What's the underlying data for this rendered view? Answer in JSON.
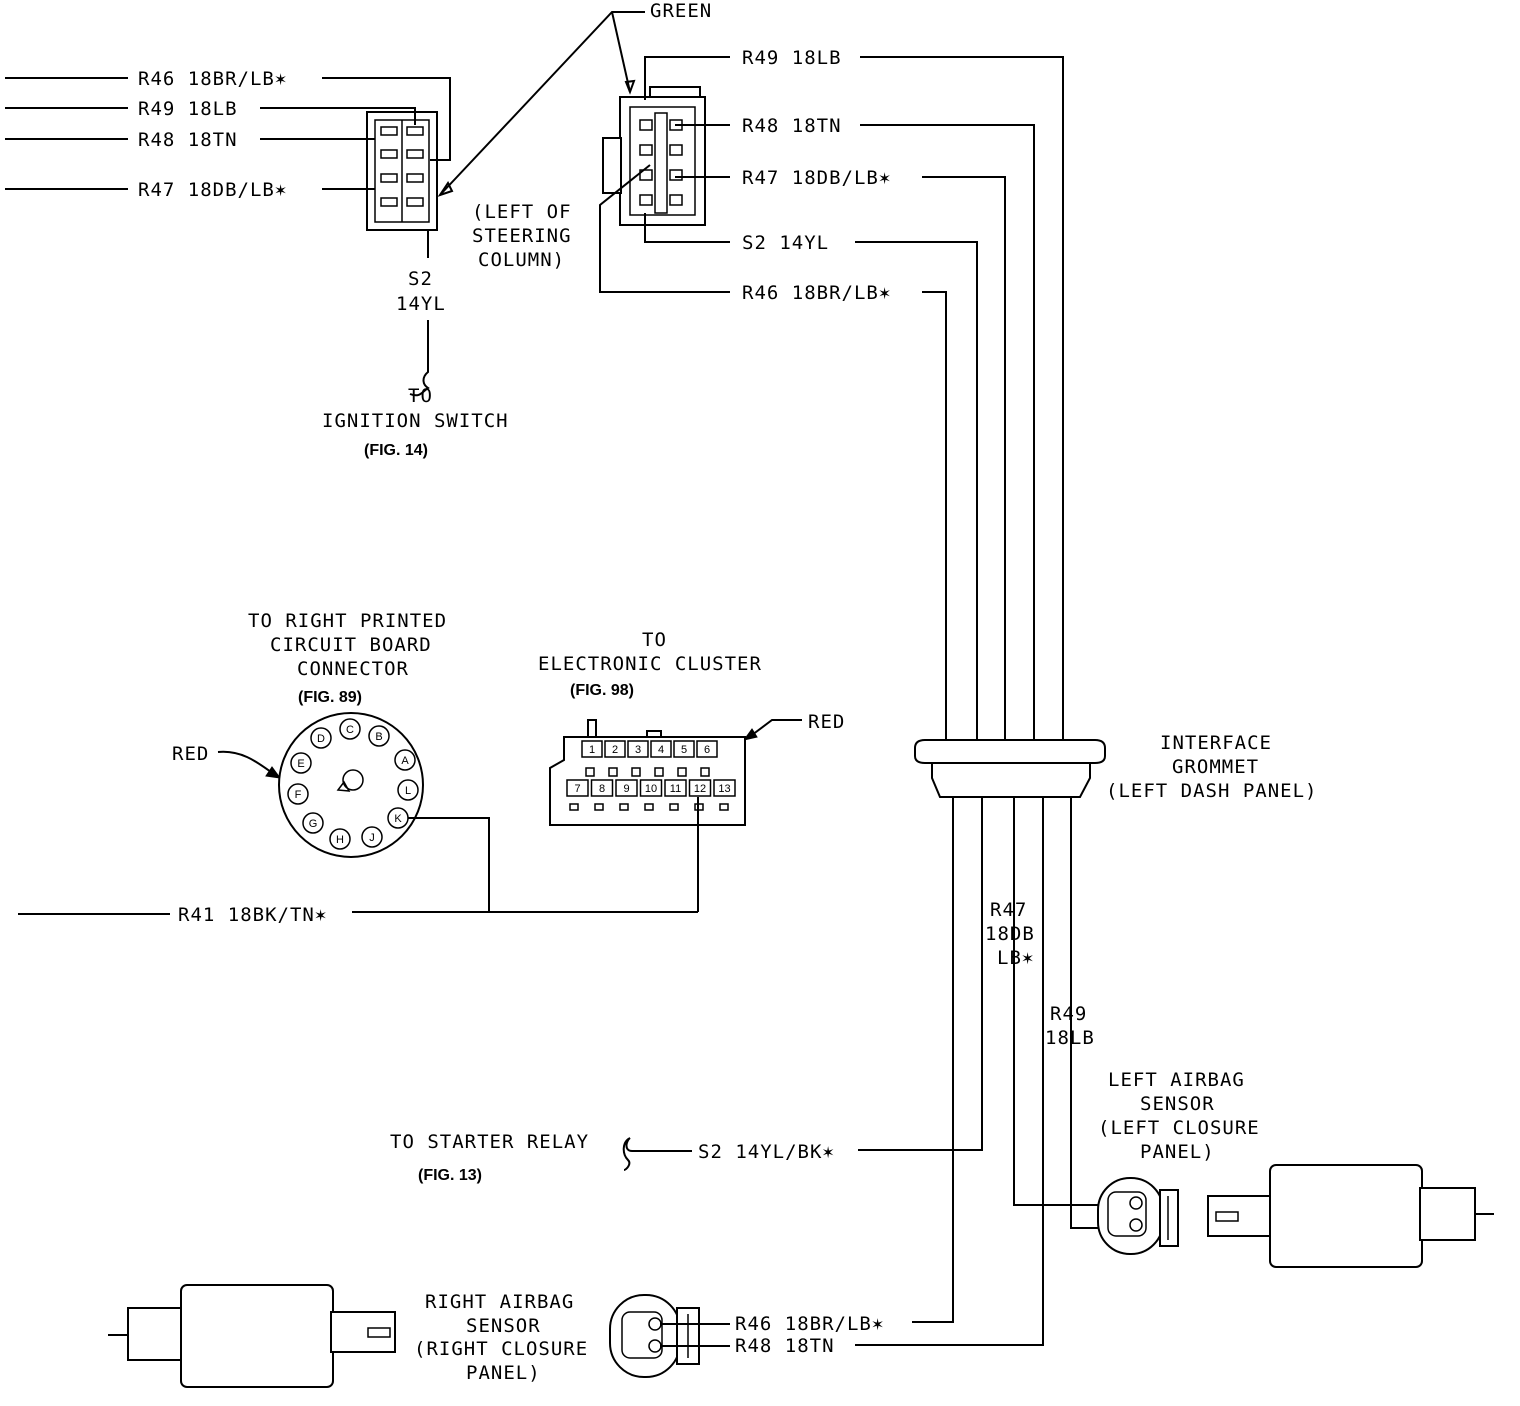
{
  "labels": {
    "top_left_r46": "R46 18BR/LB✶",
    "top_left_r49": "R49 18LB",
    "top_left_r48": "R48 18TN",
    "top_left_r47": "R47 18DB/LB✶",
    "s2_code": "S2",
    "s2_gauge": "14YL",
    "green": "GREEN",
    "left_of_1": "(LEFT OF",
    "left_of_2": "STEERING",
    "left_of_3": "COLUMN)",
    "right_r49": "R49 18LB",
    "right_r48": "R48 18TN",
    "right_r47": "R47 18DB/LB✶",
    "right_s2": "S2 14YL",
    "right_r46": "R46 18BR/LB✶",
    "ign_to": "TO",
    "ign_name": "IGNITION SWITCH",
    "ign_fig": "(FIG. 14)",
    "pcb_1": "TO RIGHT PRINTED",
    "pcb_2": "CIRCUIT BOARD",
    "pcb_3": "CONNECTOR",
    "pcb_fig": "(FIG. 89)",
    "red_left": "RED",
    "cluster_to": "TO",
    "cluster_name": "ELECTRONIC CLUSTER",
    "cluster_fig": "(FIG. 98)",
    "red_right": "RED",
    "r41": "R41 18BK/TN✶",
    "grommet_1": "INTERFACE",
    "grommet_2": "GROMMET",
    "grommet_3": "(LEFT DASH PANEL)",
    "mid_r47_1": "R47",
    "mid_r47_2": "18DB",
    "mid_r47_3": "LB✶",
    "mid_r49_1": "R49",
    "mid_r49_2": "18LB",
    "left_sensor_1": "LEFT AIRBAG",
    "left_sensor_2": "SENSOR",
    "left_sensor_3": "(LEFT CLOSURE",
    "left_sensor_4": "PANEL)",
    "starter": "TO STARTER RELAY",
    "starter_fig": "(FIG. 13)",
    "starter_wire": "S2 14YL/BK✶",
    "right_sensor_1": "RIGHT AIRBAG",
    "right_sensor_2": "SENSOR",
    "right_sensor_3": "(RIGHT CLOSURE",
    "right_sensor_4": "PANEL)",
    "bottom_r46": "R46 18BR/LB✶",
    "bottom_r48": "R48 18TN"
  },
  "pcb_pins": [
    "A",
    "B",
    "C",
    "D",
    "E",
    "F",
    "G",
    "H",
    "J",
    "K",
    "L"
  ],
  "cluster_pins_top": [
    "1",
    "2",
    "3",
    "4",
    "5",
    "6"
  ],
  "cluster_pins_bottom": [
    "7",
    "8",
    "9",
    "10",
    "11",
    "12",
    "13"
  ]
}
